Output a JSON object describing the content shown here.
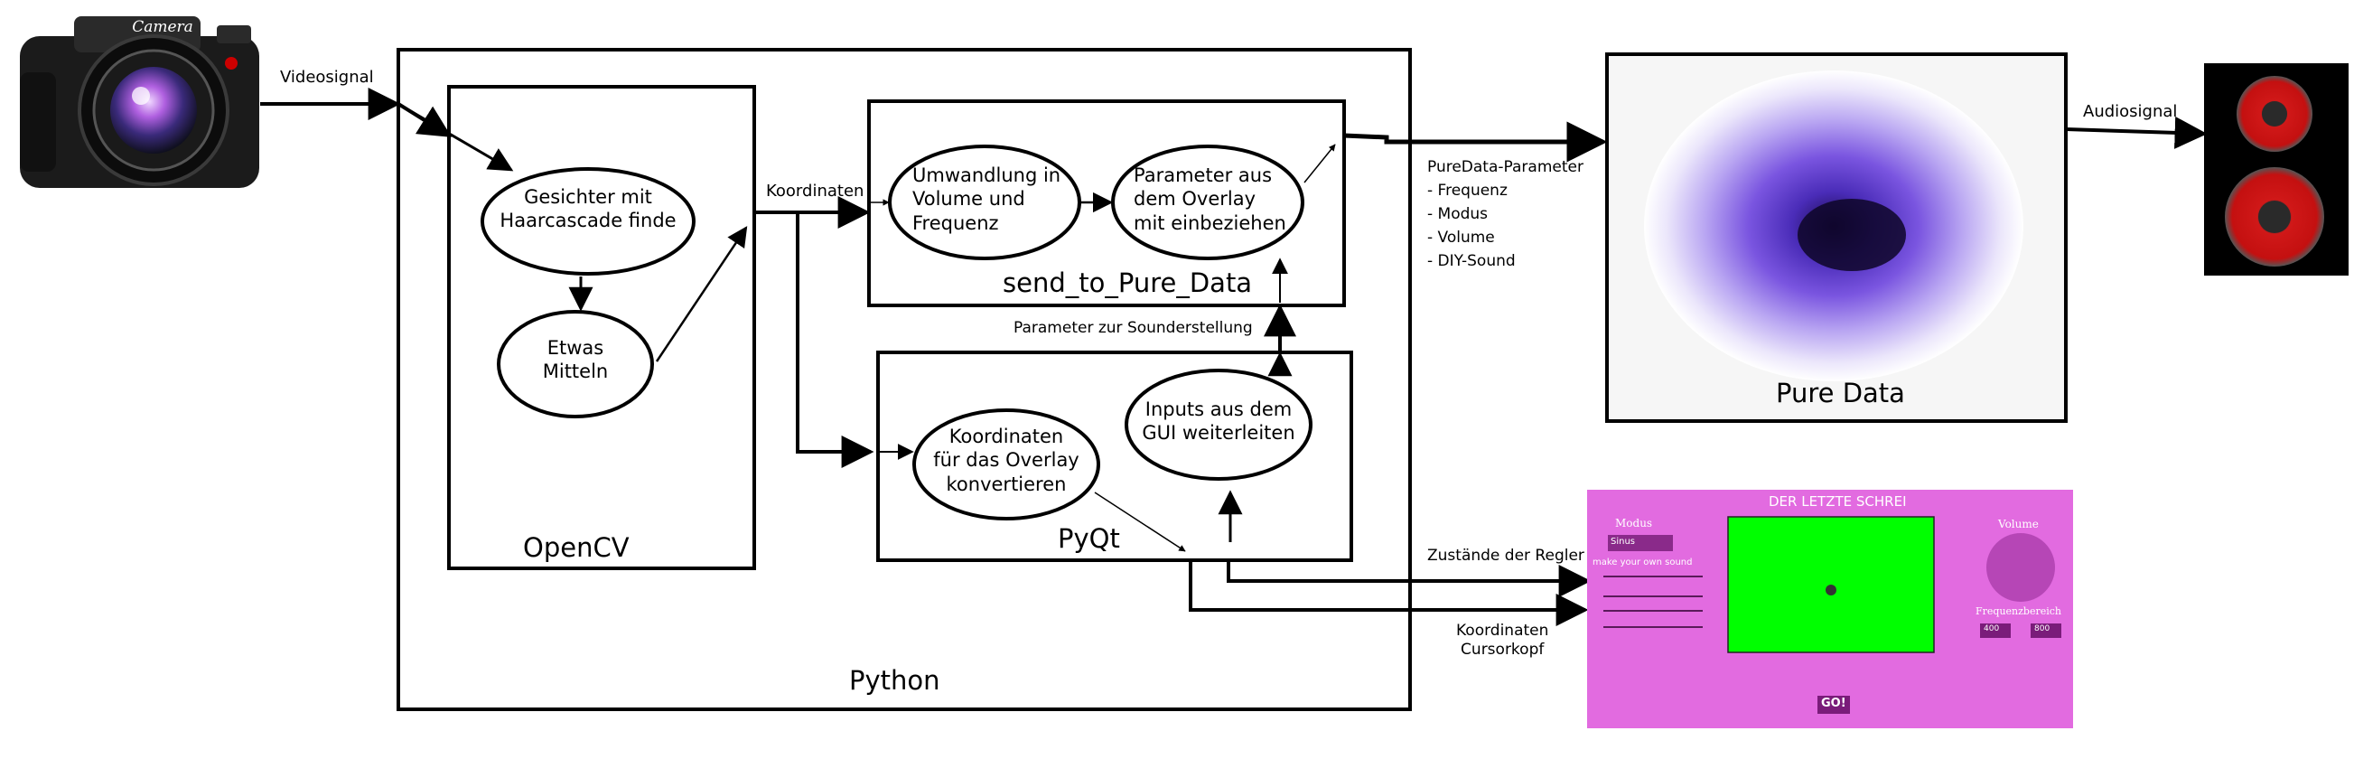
{
  "labels": {
    "videosignal": "Videosignal",
    "python": "Python",
    "opencv": "OpenCV",
    "send_to_pure_data": "send_to_Pure_Data",
    "pyqt": "PyQt",
    "pure_data": "Pure Data",
    "koordinaten": "Koordinaten",
    "parameter_sound": "Parameter zur Sounderstellung",
    "audiosignal": "Audiosignal",
    "zustaende": "Zustände der Regler",
    "koordinaten_cursor_1": "Koordinaten",
    "koordinaten_cursor_2": "Cursorkopf"
  },
  "nodes": {
    "gesichter": [
      "Gesichter mit",
      "Haarcascade finde"
    ],
    "mitteln": [
      "Etwas",
      "Mitteln"
    ],
    "umwandlung": [
      "Umwandlung in",
      "Volume und",
      "Frequenz"
    ],
    "parameter_overlay": [
      "Parameter aus",
      "dem Overlay",
      "mit einbeziehen"
    ],
    "koordinaten_overlay": [
      "Koordinaten",
      "für das Overlay",
      "konvertieren"
    ],
    "inputs_gui": [
      "Inputs aus dem",
      "GUI weiterleiten"
    ]
  },
  "puredata_params": {
    "title": "PureData-Parameter",
    "items": [
      "- Frequenz",
      "- Modus",
      "- Volume",
      "- DIY-Sound"
    ]
  },
  "camera_brand": "Camera",
  "gui": {
    "title": "DER LETZTE SCHREI",
    "modus_label": "Modus",
    "modus_value": "Sinus",
    "make_sound": "make your own sound",
    "volume_label": "Volume",
    "freq_label": "Frequenzbereich",
    "freq_min": "400",
    "freq_max": "800",
    "go_button": "GO!",
    "colors": {
      "bg": "#e26be0",
      "canvas": "#00ff00"
    }
  }
}
